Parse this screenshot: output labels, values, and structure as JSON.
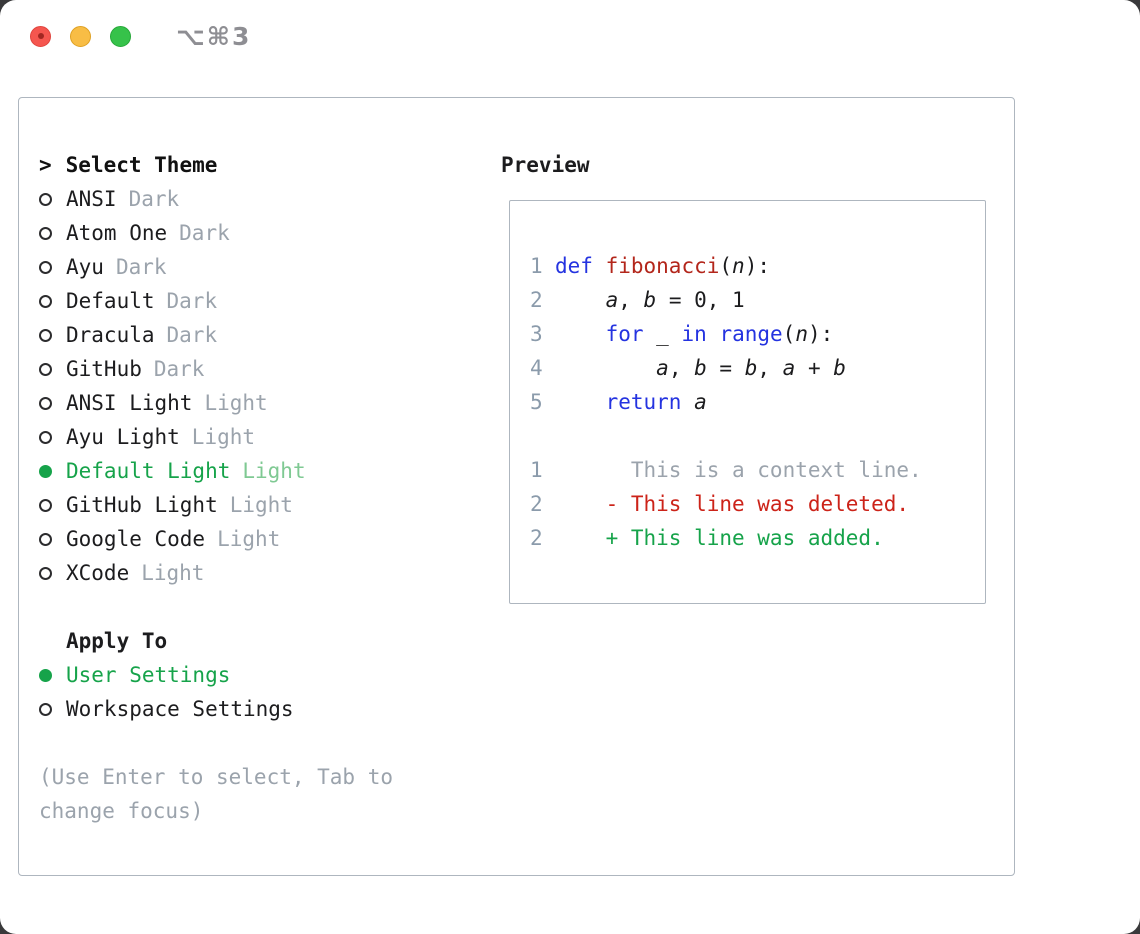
{
  "titlebar": {
    "shortcut": "⌥⌘3"
  },
  "selector": {
    "prompt": ">",
    "title": "Select Theme",
    "items": [
      {
        "name": "ANSI",
        "variant": "Dark",
        "selected": false
      },
      {
        "name": "Atom One",
        "variant": "Dark",
        "selected": false
      },
      {
        "name": "Ayu",
        "variant": "Dark",
        "selected": false
      },
      {
        "name": "Default",
        "variant": "Dark",
        "selected": false
      },
      {
        "name": "Dracula",
        "variant": "Dark",
        "selected": false
      },
      {
        "name": "GitHub",
        "variant": "Dark",
        "selected": false
      },
      {
        "name": "ANSI Light",
        "variant": "Light",
        "selected": false
      },
      {
        "name": "Ayu Light",
        "variant": "Light",
        "selected": false
      },
      {
        "name": "Default Light",
        "variant": "Light",
        "selected": true
      },
      {
        "name": "GitHub Light",
        "variant": "Light",
        "selected": false
      },
      {
        "name": "Google Code",
        "variant": "Light",
        "selected": false
      },
      {
        "name": "XCode",
        "variant": "Light",
        "selected": false
      }
    ],
    "apply_title": "Apply To",
    "apply_options": [
      {
        "label": "User Settings",
        "selected": true
      },
      {
        "label": "Workspace Settings",
        "selected": false
      }
    ],
    "hint_lines": [
      "(Use Enter to select, Tab to",
      "change focus)"
    ]
  },
  "preview": {
    "title": "Preview",
    "code_lines": [
      {
        "num": "1",
        "tokens": [
          {
            "t": "def",
            "c": "kw"
          },
          {
            "t": " ",
            "c": ""
          },
          {
            "t": "fibonacci",
            "c": "fn"
          },
          {
            "t": "(",
            "c": ""
          },
          {
            "t": "n",
            "c": "var"
          },
          {
            "t": "):",
            "c": ""
          }
        ]
      },
      {
        "num": "2",
        "tokens": [
          {
            "t": "    ",
            "c": ""
          },
          {
            "t": "a",
            "c": "var"
          },
          {
            "t": ", ",
            "c": ""
          },
          {
            "t": "b",
            "c": "var"
          },
          {
            "t": " = 0, 1",
            "c": ""
          }
        ]
      },
      {
        "num": "3",
        "tokens": [
          {
            "t": "    ",
            "c": ""
          },
          {
            "t": "for",
            "c": "kw"
          },
          {
            "t": " ",
            "c": ""
          },
          {
            "t": "_",
            "c": "var"
          },
          {
            "t": " ",
            "c": ""
          },
          {
            "t": "in",
            "c": "kw"
          },
          {
            "t": " ",
            "c": ""
          },
          {
            "t": "range",
            "c": "kw"
          },
          {
            "t": "(",
            "c": ""
          },
          {
            "t": "n",
            "c": "var"
          },
          {
            "t": "):",
            "c": ""
          }
        ]
      },
      {
        "num": "4",
        "tokens": [
          {
            "t": "        ",
            "c": ""
          },
          {
            "t": "a",
            "c": "var"
          },
          {
            "t": ", ",
            "c": ""
          },
          {
            "t": "b",
            "c": "var"
          },
          {
            "t": " = ",
            "c": ""
          },
          {
            "t": "b",
            "c": "var"
          },
          {
            "t": ", ",
            "c": ""
          },
          {
            "t": "a",
            "c": "var"
          },
          {
            "t": " + ",
            "c": ""
          },
          {
            "t": "b",
            "c": "var"
          }
        ]
      },
      {
        "num": "5",
        "tokens": [
          {
            "t": "    ",
            "c": ""
          },
          {
            "t": "return",
            "c": "kw"
          },
          {
            "t": " ",
            "c": ""
          },
          {
            "t": "a",
            "c": "var"
          }
        ]
      }
    ],
    "diff_lines": [
      {
        "num": "1",
        "type": "context",
        "text": "      This is a context line."
      },
      {
        "num": "2",
        "type": "deleted",
        "text": "    - This line was deleted."
      },
      {
        "num": "2",
        "type": "added",
        "text": "    + This line was added."
      }
    ]
  },
  "colors": {
    "accent_green": "#16a34a",
    "selected_variant_green": "#7fc993",
    "keyword_blue": "#2433e0",
    "function_red": "#b3261b",
    "deleted_red": "#cc2319",
    "muted_gray": "#9ba3ac",
    "line_number_gray": "#8b9bab"
  }
}
